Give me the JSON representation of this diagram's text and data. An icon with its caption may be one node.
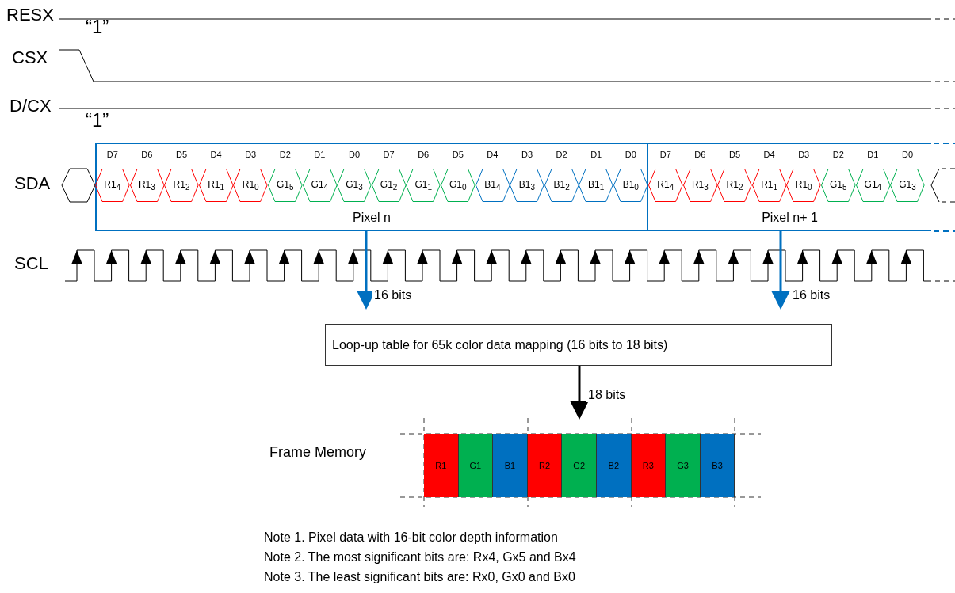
{
  "diagram": {
    "nodes": [
      {
        "text": [
          "Pixel n"
        ]
      },
      {
        "text": [
          "R1$_{4}$"
        ],
        "beside": [
          "D7"
        ],
        "in": 0
      },
      {
        "text": [
          "R1$_{3}$"
        ],
        "beside": [
          "D6"
        ],
        "in": 0
      },
      {
        "text": [
          "R1$_{2}$"
        ],
        "beside": [
          "D5"
        ],
        "in": 0
      },
      {
        "text": [
          "R1$_{1}$"
        ],
        "beside": [
          "D4"
        ],
        "in": 0
      },
      {
        "text": [
          "R1$_{0}$"
        ],
        "beside": [
          "D3"
        ],
        "in": 0
      },
      {
        "text": [
          "G1$_{5}$"
        ],
        "beside": [
          "D2"
        ],
        "in": 0
      },
      {
        "text": [
          "G1$_{4}$"
        ],
        "beside": [
          "D1"
        ],
        "in": 0
      },
      {
        "text": [
          "G1$_{3}$"
        ],
        "beside": [
          "D0"
        ],
        "in": 0
      },
      {
        "text": [
          "G1$_{2}$"
        ],
        "beside": [
          "D7"
        ],
        "in": 0
      },
      {
        "text": [
          "G1$_{1}$"
        ],
        "beside": [
          "D6"
        ],
        "in": 0
      },
      {
        "text": [
          "G1$_{0}$"
        ],
        "beside": [
          "D5"
        ],
        "in": 0
      },
      {
        "text": [
          "B1$_{4}$"
        ],
        "beside": [
          "D4"
        ],
        "in": 0
      },
      {
        "text": [
          "B1$_{3}$"
        ],
        "beside": [
          "D3"
        ],
        "in": 0
      },
      {
        "text": [
          "B1$_{2}$"
        ],
        "beside": [
          "D2"
        ],
        "in": 0
      },
      {
        "text": [
          "B1$_{1}$"
        ],
        "beside": [
          "D1"
        ],
        "in": 0
      },
      {
        "text": [
          "B1$_{0}$"
        ],
        "beside": [
          "D0"
        ],
        "in": 0
      },
      {
        "text": [
          "Pixel n+ 1"
        ]
      },
      {
        "text": [
          "R1$_{4}$"
        ],
        "beside": [
          "D7"
        ],
        "in": 17
      },
      {
        "text": [
          "R1$_{3}$"
        ],
        "beside": [
          "D6"
        ],
        "in": 17
      },
      {
        "text": [
          "R1$_{2}$"
        ],
        "beside": [
          "D5"
        ],
        "in": 17
      },
      {
        "text": [
          "R1$_{1}$"
        ],
        "beside": [
          "D4"
        ],
        "in": 17
      },
      {
        "text": [
          "R1$_{0}$"
        ],
        "beside": [
          "D3"
        ],
        "in": 17
      },
      {
        "text": [
          "G1$_{5}$"
        ],
        "beside": [
          "D2"
        ],
        "in": 17
      },
      {
        "text": [
          "G1$_{4}$"
        ],
        "beside": [
          "D1"
        ],
        "in": 17
      },
      {
        "text": [
          "G1$_{3}$"
        ],
        "beside": [
          "D0"
        ],
        "in": 17
      },
      {
        "text": [
          "Loop-up table for 65k color data mapping (16 bits to 18 bits)"
        ]
      },
      {
        "text": [
          "R1"
        ]
      },
      {
        "text": [
          "G1"
        ]
      },
      {
        "text": [
          "B1"
        ]
      },
      {
        "text": [
          "R2"
        ]
      },
      {
        "text": [
          "G2"
        ]
      },
      {
        "text": [
          "B2"
        ]
      },
      {
        "text": [
          "R3"
        ]
      },
      {
        "text": [
          "G3"
        ]
      },
      {
        "text": [
          "B3"
        ]
      }
    ],
    "edges": [
      {
        "from": 0,
        "to": 26,
        "arrow": "to",
        "label": "16 bits"
      },
      {
        "from": 17,
        "to": 26,
        "arrow": "to",
        "label": "16 bits"
      },
      {
        "from": 26,
        "to": 31,
        "arrow": "to",
        "label": "18 bits",
        "color": "#000000"
      }
    ],
    "labels": [
      "RESX",
      "“1”",
      "CSX",
      "D/CX",
      "“1”",
      "SDA",
      "SCL",
      "Frame Memory",
      "Note 1. Pixel data with 16-bit color depth information",
      "Note 2. The most significant bits are: Rx4, Gx5 and Bx4",
      "Note 3. The least significant bits are: Rx0, Gx0 and Bx0"
    ]
  }
}
